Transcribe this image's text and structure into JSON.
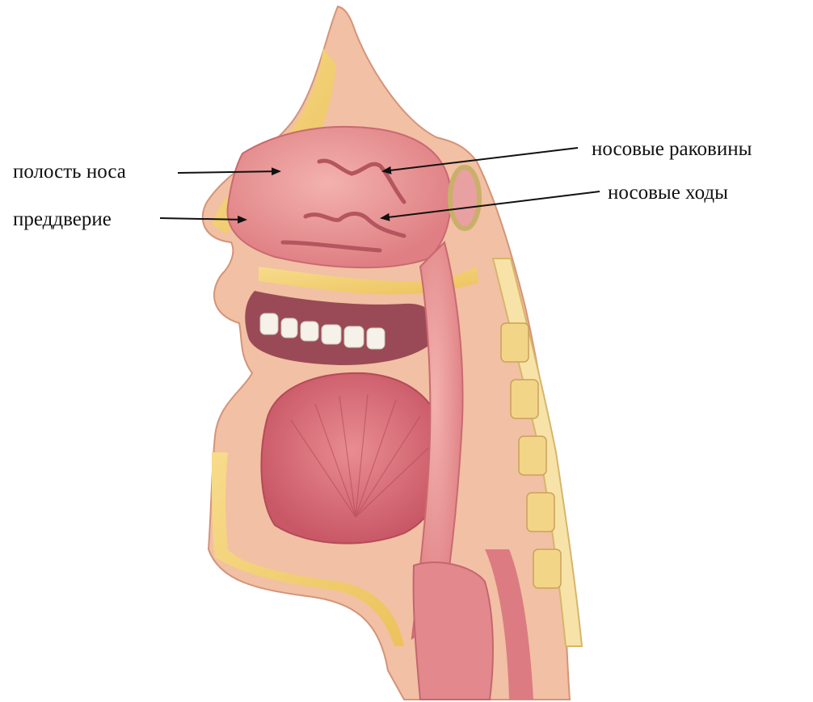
{
  "labels": {
    "nasal_cavity": "полость носа",
    "vestibule": "преддверие",
    "nasal_conchae": "носовые раковины",
    "nasal_passages": "носовые ходы"
  },
  "colors": {
    "skin": "#f2c0a4",
    "mucosa": "#e48a8c",
    "mucosa_dark": "#cf6a72",
    "fat": "#f1cf72",
    "bone": "#f7e3a8",
    "tongue": "#d96d78",
    "teeth": "#f6f2ea",
    "arrow": "#111111"
  }
}
